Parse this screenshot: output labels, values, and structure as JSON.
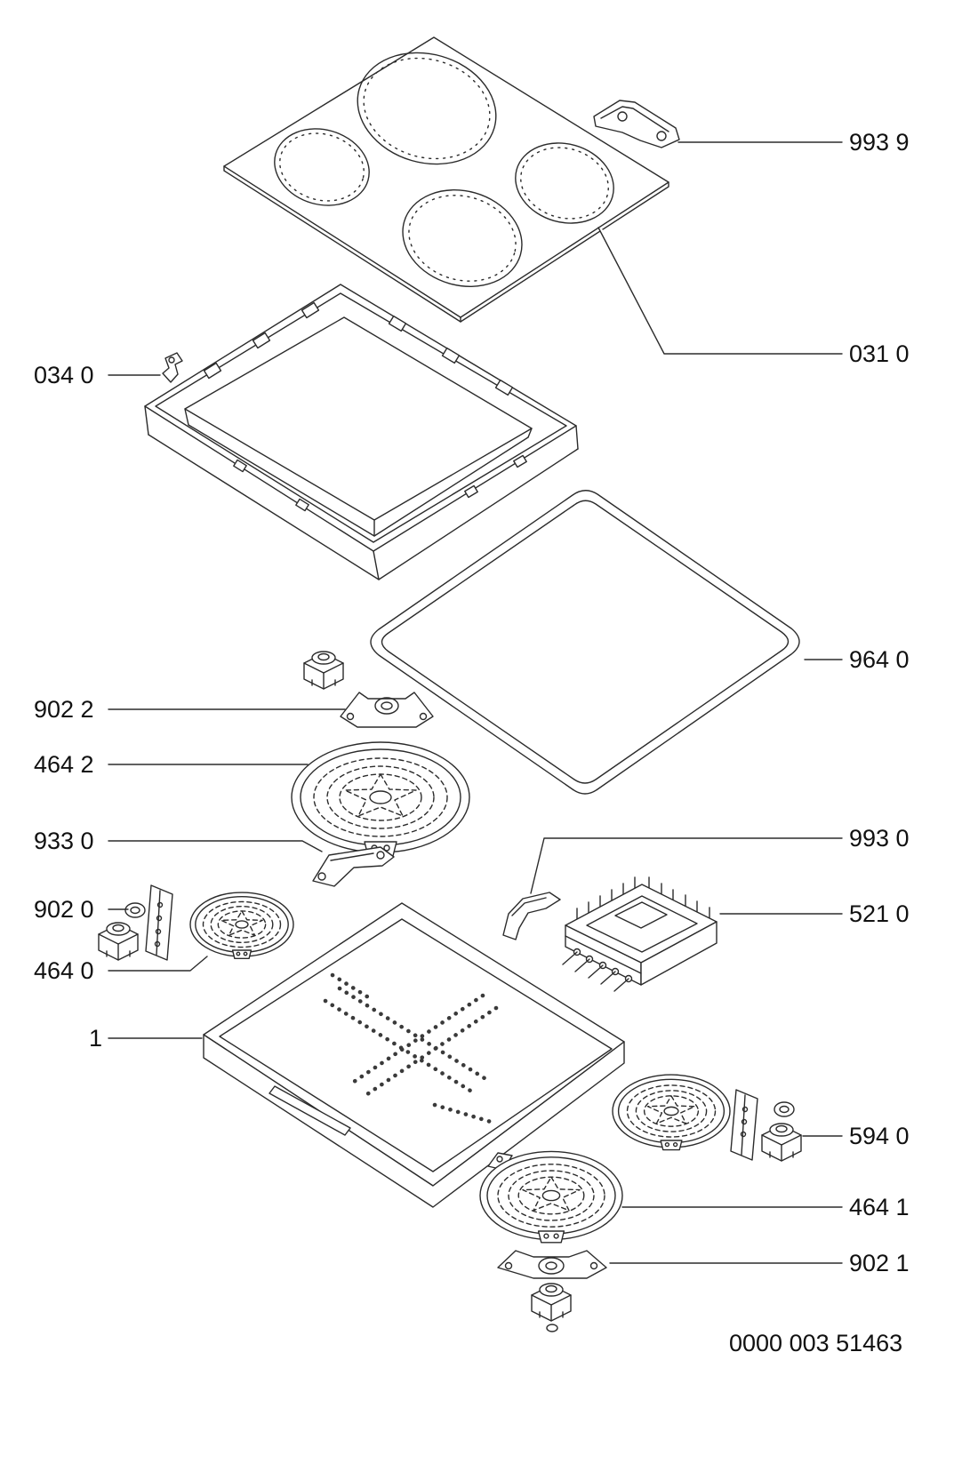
{
  "diagram": {
    "doc_number": "0000 003 51463",
    "labels": {
      "p9939": "993 9",
      "p0310": "031 0",
      "p0340": "034 0",
      "p9640": "964 0",
      "p9022": "902 2",
      "p4642": "464 2",
      "p9330": "933 0",
      "p9020": "902 0",
      "p9930": "993 0",
      "p5210": "521 0",
      "p4640": "464 0",
      "p1": "1",
      "p5940": "594 0",
      "p4641": "464 1",
      "p9021": "902 1"
    }
  }
}
